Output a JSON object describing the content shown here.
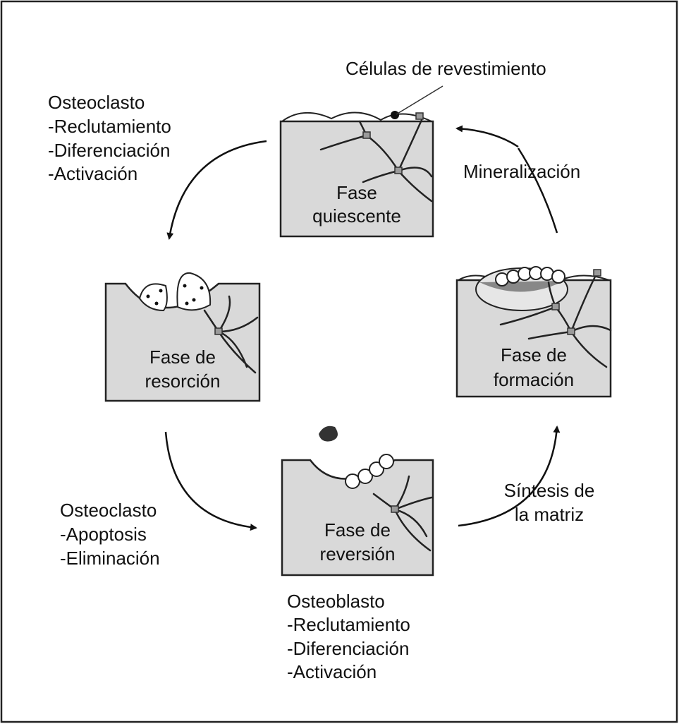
{
  "labels": {
    "lining_cells": "Células de revestimiento",
    "osteoclast_top": [
      "Osteoclasto",
      "-Reclutamiento",
      "-Diferenciación",
      "-Activación"
    ],
    "mineralization": "Mineralización",
    "osteoclast_bottom": [
      "Osteoclasto",
      "-Apoptosis",
      "-Eliminación"
    ],
    "matrix_synthesis": [
      "Síntesis de",
      "la matriz"
    ],
    "osteoblast": [
      "Osteoblasto",
      "-Reclutamiento",
      "-Diferenciación",
      "-Activación"
    ]
  },
  "phases": {
    "quiescent": [
      "Fase",
      "quiescente"
    ],
    "resorption": [
      "Fase de",
      "resorción"
    ],
    "formation": [
      "Fase de",
      "formación"
    ],
    "reversal": [
      "Fase de",
      "reversión"
    ]
  }
}
